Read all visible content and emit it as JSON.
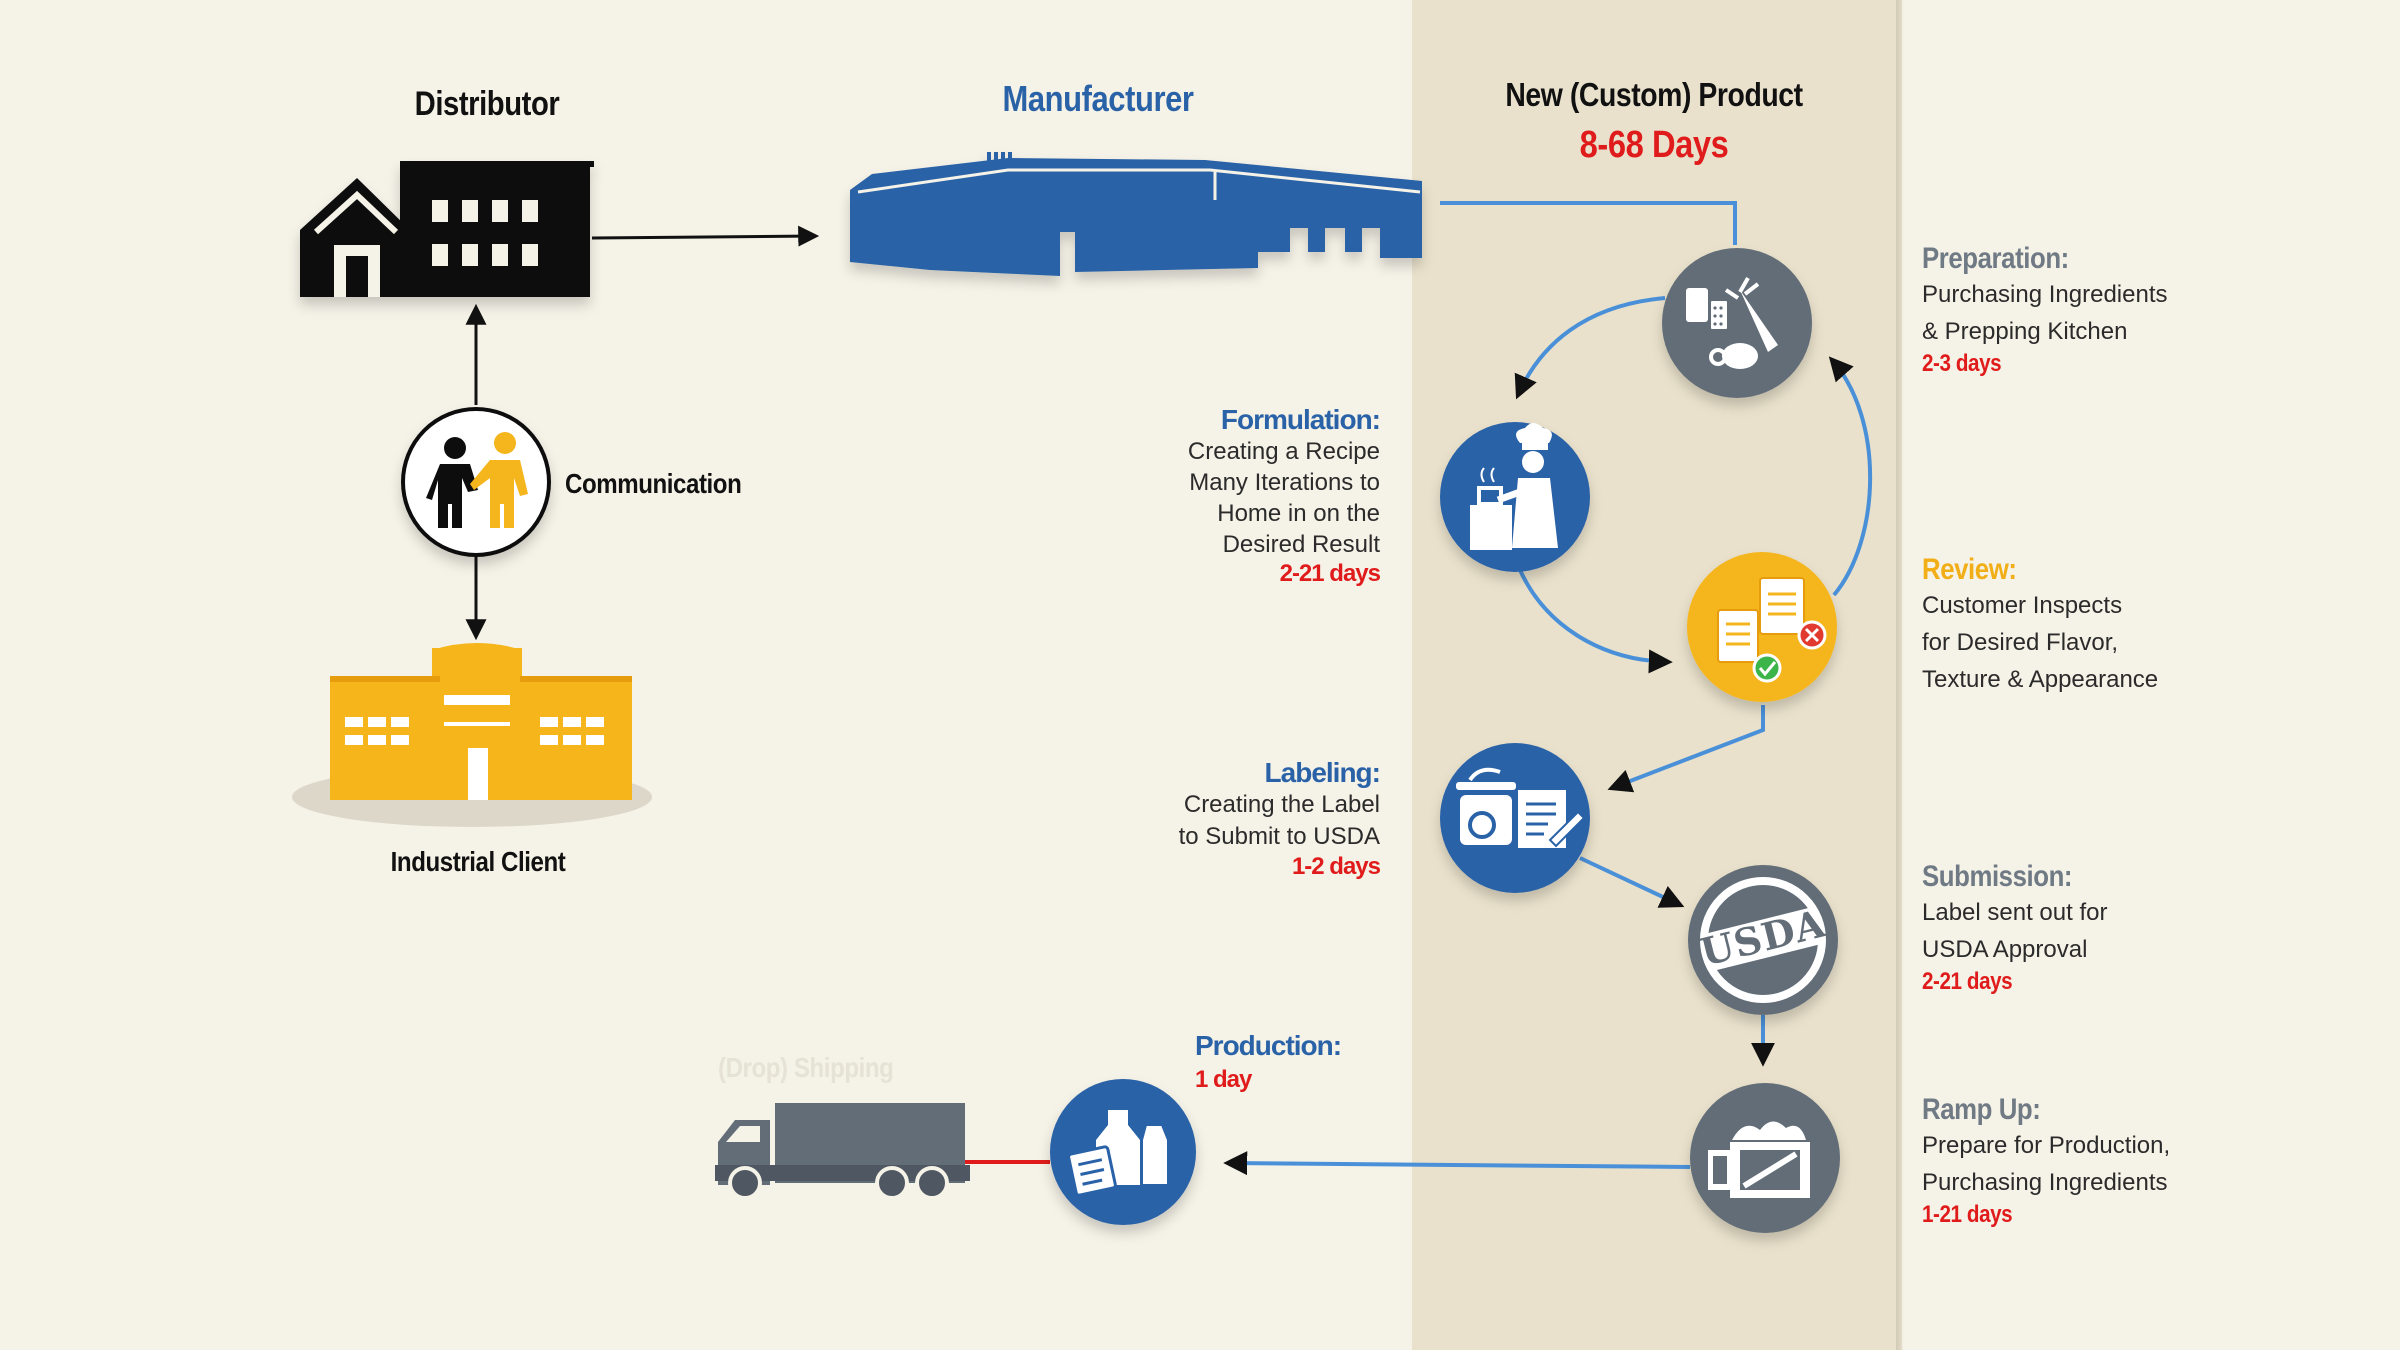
{
  "left": {
    "distributor": "Distributor",
    "manufacturer": "Manufacturer",
    "communication": "Communication",
    "industrial_client": "Industrial Client"
  },
  "product": {
    "title": "New (Custom) Product",
    "duration": "8-68 Days"
  },
  "steps": {
    "preparation": {
      "title": "Preparation:",
      "lines": [
        "Purchasing Ingredients",
        "& Prepping Kitchen"
      ],
      "days": "2-3 days"
    },
    "formulation": {
      "title": "Formulation:",
      "lines": [
        "Creating a Recipe",
        "Many Iterations to",
        "Home in on the",
        "Desired Result"
      ],
      "days": "2-21 days"
    },
    "review": {
      "title": "Review:",
      "lines": [
        "Customer Inspects",
        "for Desired Flavor,",
        "Texture & Appearance"
      ]
    },
    "labeling": {
      "title": "Labeling:",
      "lines": [
        "Creating the Label",
        "to Submit to USDA"
      ],
      "days": "1-2 days"
    },
    "submission": {
      "title": "Submission:",
      "lines": [
        "Label sent out for",
        "USDA Approval"
      ],
      "days": "2-21 days"
    },
    "ramp_up": {
      "title": "Ramp Up:",
      "lines": [
        "Prepare for Production,",
        "Purchasing Ingredients"
      ],
      "days": "1-21 days"
    },
    "production": {
      "title": "Production:",
      "days": "1 day"
    }
  },
  "shipping": "(Drop) Shipping",
  "usda_seal": "USDA",
  "colors": {
    "background": "#f5f2e7",
    "band": "#e9e1cb",
    "blue": "#2a62a8",
    "gray": "#626d78",
    "gold": "#f5b51b",
    "red": "#e01b1b",
    "arrow_blue": "#4a90d9"
  }
}
